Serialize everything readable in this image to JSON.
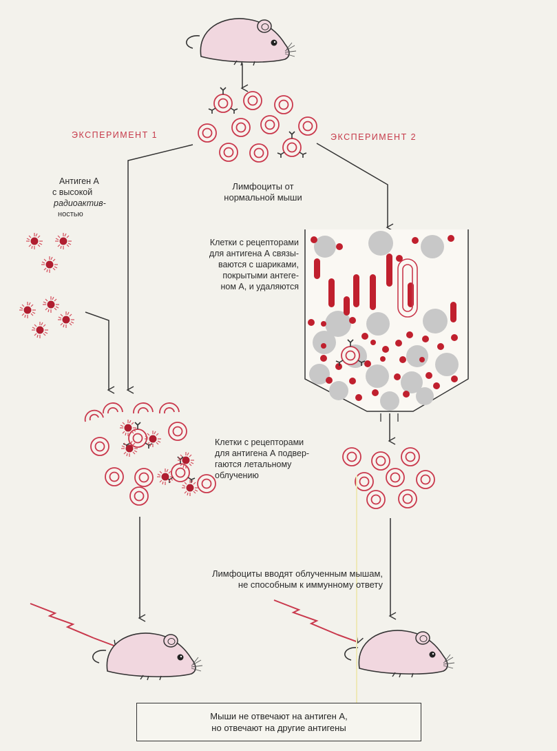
{
  "labels": {
    "experiment1": "ЭКСПЕРИМЕНТ 1",
    "experiment2": "ЭКСПЕРИМЕНТ 2",
    "lymphocytes": [
      "Лимфоциты от",
      "нормальной мыши"
    ],
    "antigen": [
      "Антиген А",
      "с высокой",
      "радиоактив-",
      "ностью"
    ],
    "beads": [
      "Клетки с рецепторами",
      "для антигена А связы-",
      "ваются с шариками,",
      "покрытыми антеге-",
      "ном А, и удаляются"
    ],
    "irradiation": [
      "Клетки с рецепторами",
      "для антигена А подвер-",
      "гаются летальному",
      "облучению"
    ],
    "injection": [
      "Лимфоциты вводят облученным мышам,",
      "не способным к иммунному ответу"
    ],
    "result": [
      "Мыши не отвечают на антиген А,",
      "но отвечают на другие антигены"
    ]
  },
  "colors": {
    "background": "#f3f2ec",
    "mouse": "#f1d7df",
    "cell": "#c9384c",
    "antigen": "#b01e30",
    "gray_bead": "#c8c8c8",
    "text": "#2a2a2a",
    "title_red": "#c63a4a"
  },
  "icons": [
    "mouse-icon",
    "lymphocyte-cell-icon",
    "receptor-cell-icon",
    "radioactive-antigen-icon",
    "irradiation-lightning-icon",
    "bead-column-icon"
  ]
}
